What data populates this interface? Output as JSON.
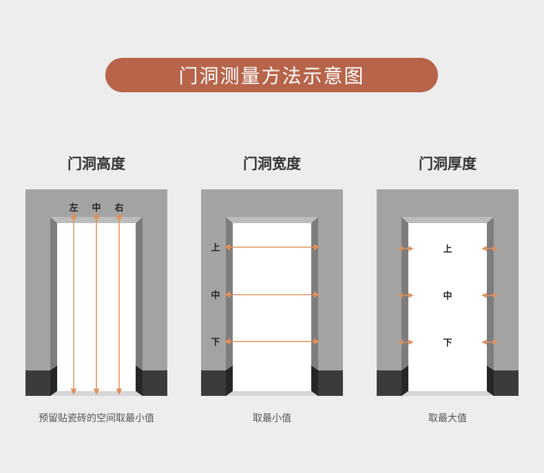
{
  "header": {
    "title": "门洞测量方法示意图"
  },
  "panels": [
    {
      "title": "门洞高度",
      "caption": "预留贴瓷砖的空间取最小值",
      "labels": [
        "左",
        "中",
        "右"
      ]
    },
    {
      "title": "门洞宽度",
      "caption": "取最小值",
      "labels": [
        "上",
        "中",
        "下"
      ]
    },
    {
      "title": "门洞厚度",
      "caption": "取最大值",
      "labels": [
        "上",
        "中",
        "下"
      ]
    }
  ],
  "colors": {
    "banner": "#b7644a",
    "wall": "#a3a3a3",
    "jamb": "#7d7d7d",
    "skirting": "#3a3c3c",
    "arrow": "#e0905a"
  }
}
